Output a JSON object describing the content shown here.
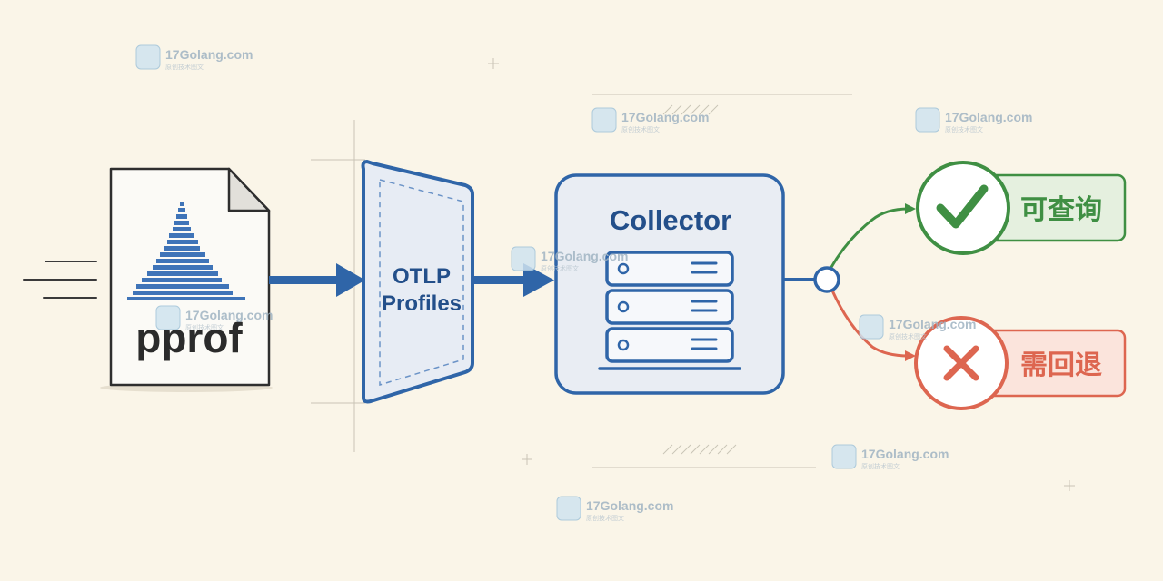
{
  "source_label": "pprof",
  "otlp_label_line1": "OTLP",
  "otlp_label_line2": "Profiles",
  "collector_label": "Collector",
  "outcome_ok_label": "可查询",
  "outcome_fail_label": "需回退",
  "watermark": {
    "name": "17Golang.com",
    "sub": "原创技术图文"
  },
  "colors": {
    "primary_blue": "#2f65a8",
    "ok_green": "#3f8f43",
    "fail_red": "#dd6650",
    "background": "#faf5e8"
  },
  "icons": [
    "document-icon",
    "flamegraph-icon",
    "server-stack-icon",
    "checkmark-icon",
    "cross-icon"
  ]
}
